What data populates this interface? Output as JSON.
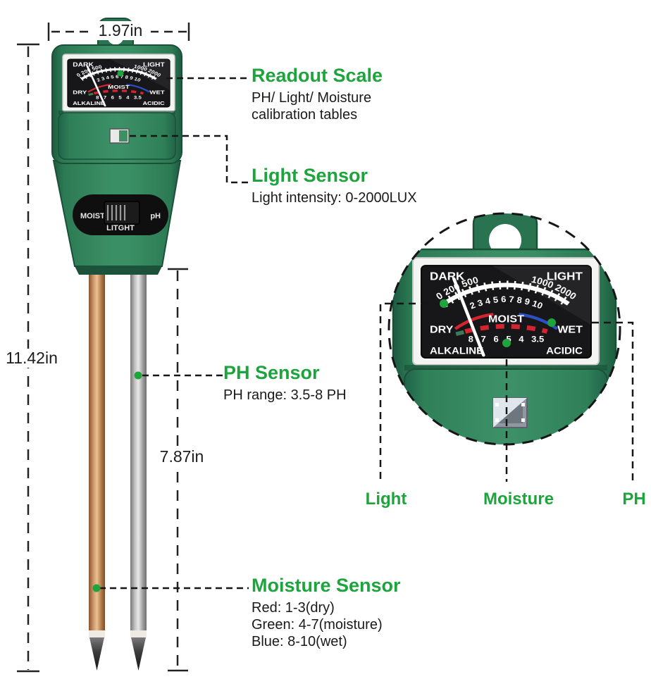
{
  "dimension_labels": {
    "width": "1.97in",
    "height": "11.42in",
    "probe": "7.87in"
  },
  "callouts": {
    "readout": {
      "title": "Readout Scale",
      "line1": "PH/ Light/ Moisture",
      "line2": "calibration tables"
    },
    "light": {
      "title": "Light Sensor",
      "desc": "Light intensity: 0-2000LUX"
    },
    "ph": {
      "title": "PH Sensor",
      "desc": "PH range: 3.5-8 PH"
    },
    "moisture": {
      "title": "Moisture Sensor",
      "line1": "Red: 1-3(dry)",
      "line2": "Green: 4-7(moisture)",
      "line3": "Blue: 8-10(wet)"
    }
  },
  "meter": {
    "dark": "DARK",
    "light": "LIGHT",
    "dry": "DRY",
    "wet": "WET",
    "moist": "MOIST",
    "alkaline": "ALKALINE",
    "acidic": "ACIDIC",
    "light_scale_left": "0 200 500",
    "light_scale_right": "1000 2000",
    "moisture_scale": "2 3 4 5 6 7 8 9 10",
    "ph_scale": "8 7 6 5 4 3.5"
  },
  "switch": {
    "left": "MOIST",
    "right": "pH",
    "bottom": "LITGHT"
  },
  "inset_labels": {
    "light": "Light",
    "moisture": "Moisture",
    "ph": "PH"
  },
  "colors": {
    "accent_green": "#1ea43c",
    "device_green": "#35875f",
    "device_green_dark": "#1d5b40",
    "meter_face_black": "#17171a",
    "copper_probe": "#cf9a6b",
    "steel_probe": "#c6c6c6",
    "scale_red": "#d42430",
    "scale_blue": "#2b50c6",
    "callout_line": "#161616"
  }
}
